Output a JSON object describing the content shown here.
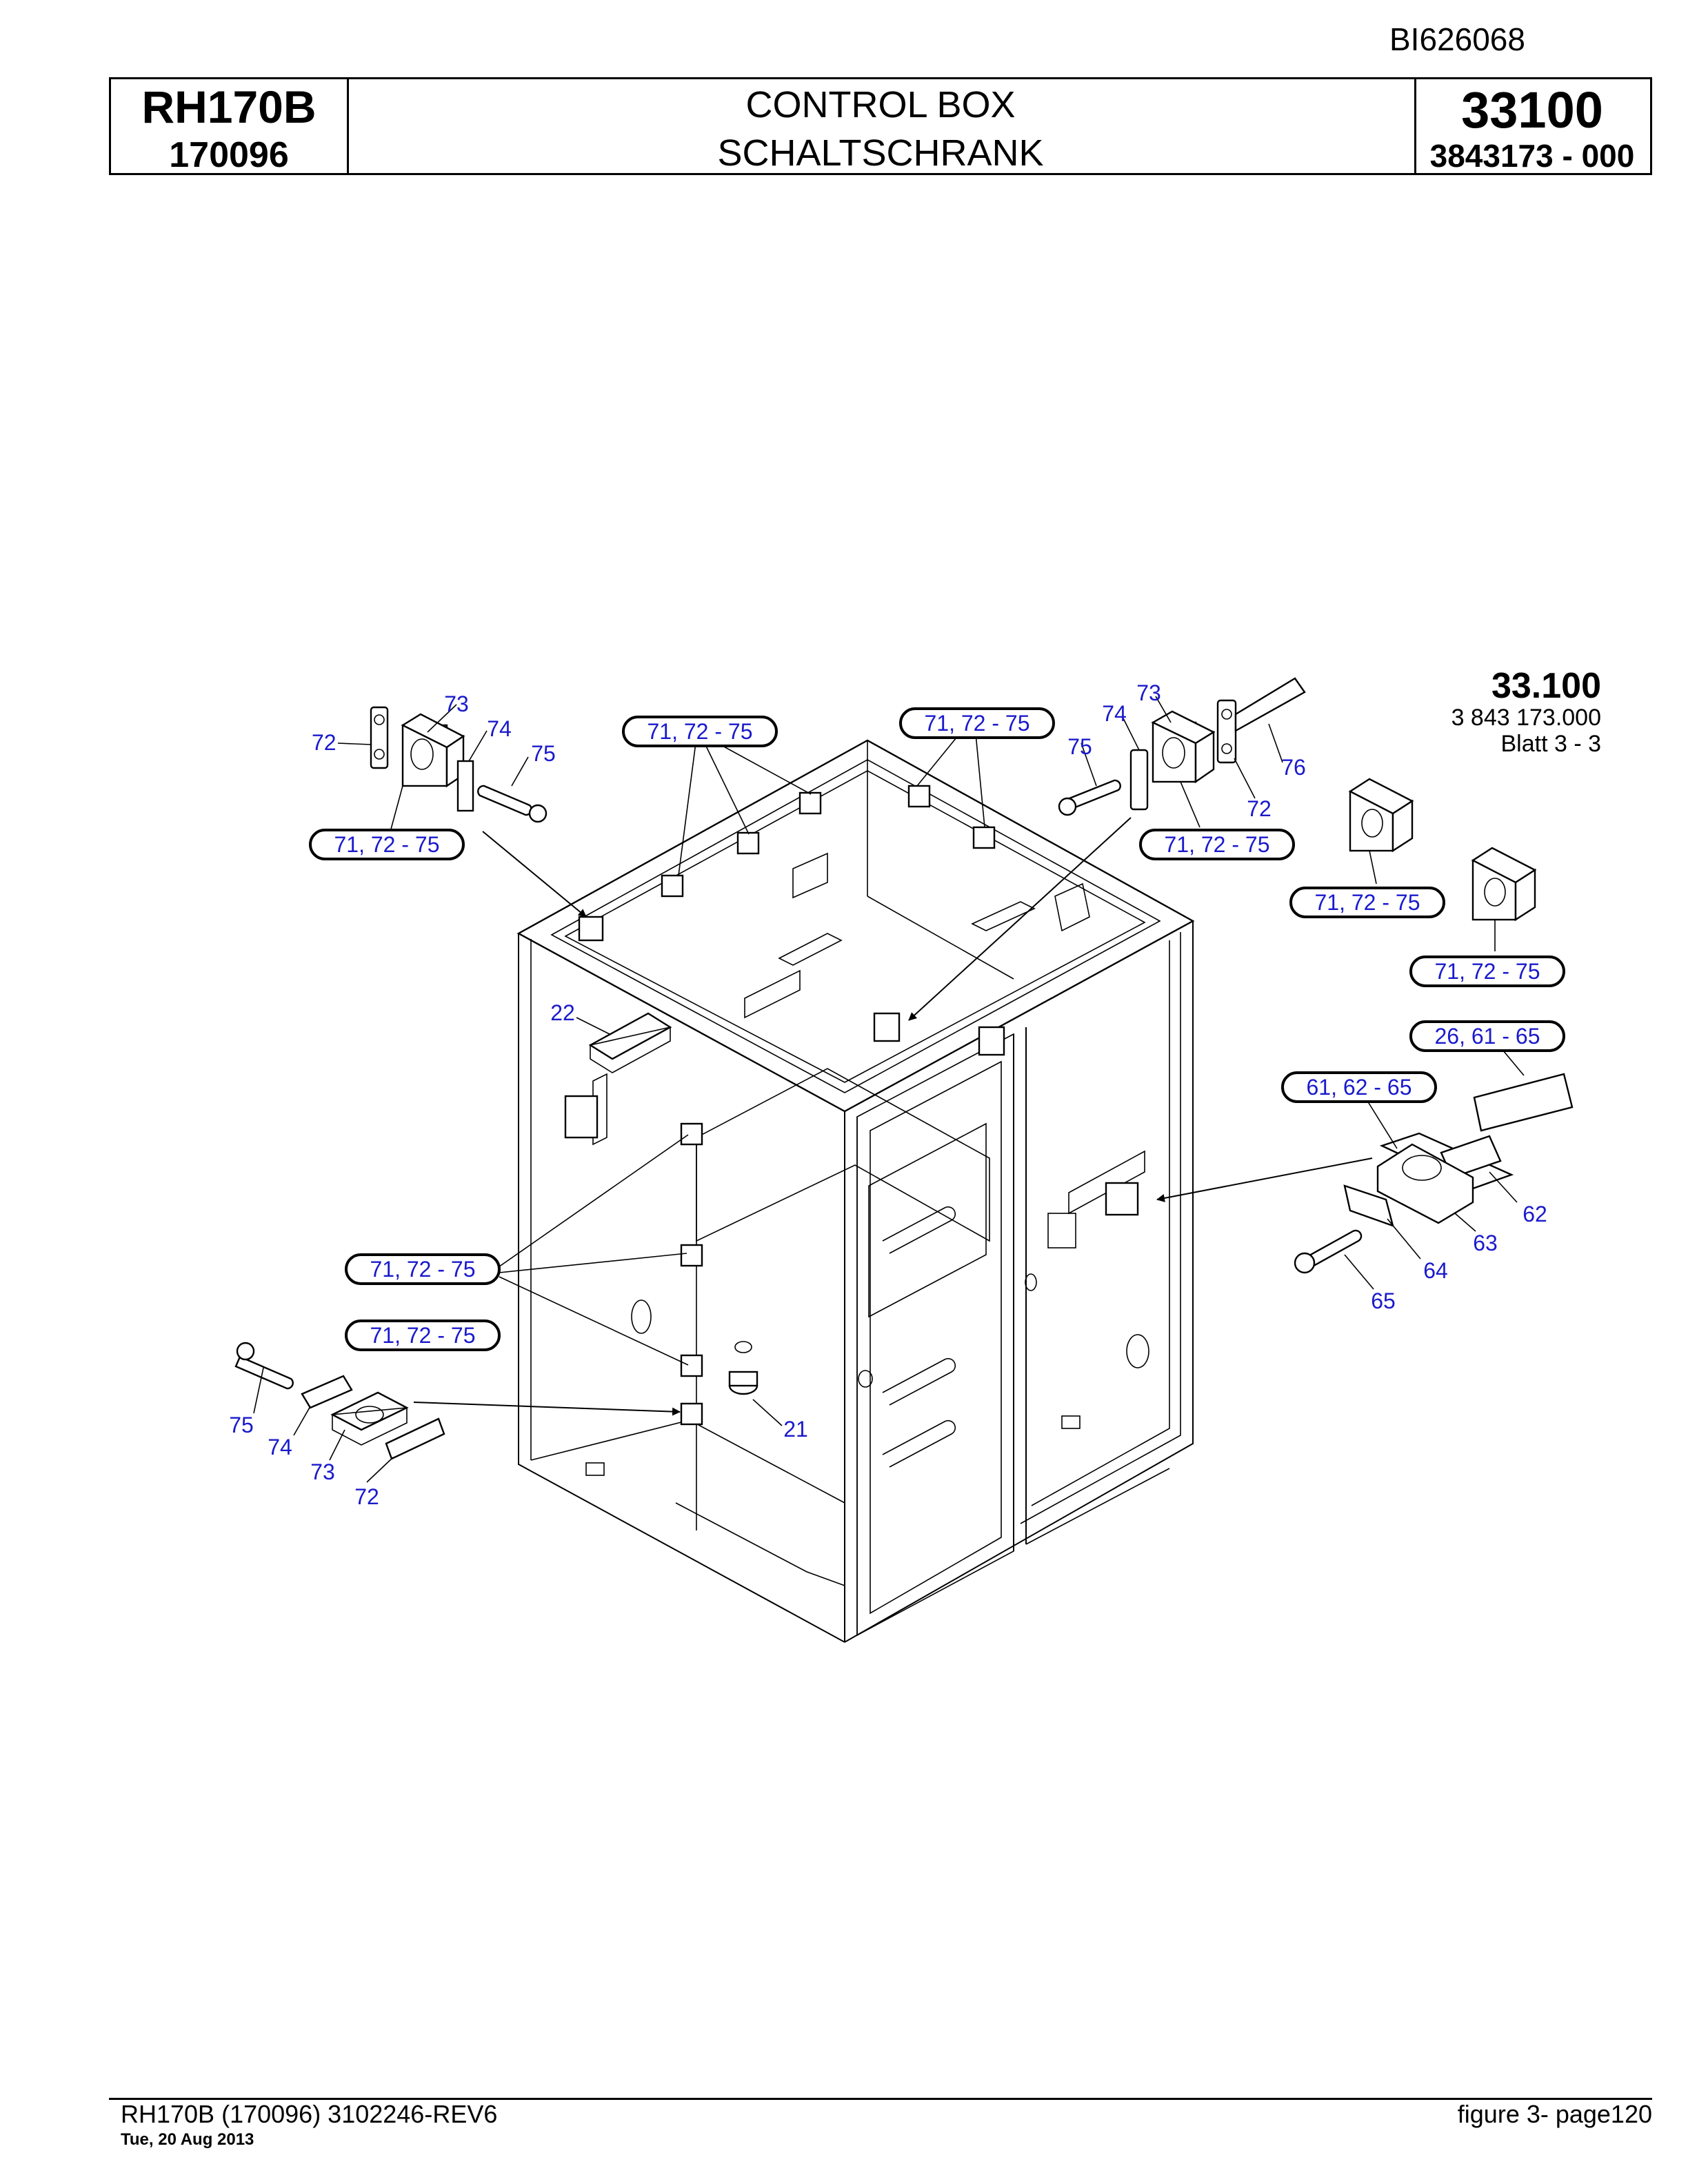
{
  "header": {
    "doc_id": "BI626068",
    "model": "RH170B",
    "serial": "170096",
    "title_en": "CONTROL BOX",
    "title_de": "SCHALTSCHRANK",
    "group_no": "33100",
    "part_no": "3843173 - 000"
  },
  "diagram": {
    "ref_title": "33.100",
    "ref_number": "3 843 173.000",
    "ref_sheet": "Blatt 3 - 3",
    "labels": {
      "l21": "21",
      "l22": "22",
      "l62": "62",
      "l63": "63",
      "l64": "64",
      "l65": "65",
      "l72": "72",
      "l73": "73",
      "l74": "74",
      "l75": "75",
      "l76": "76"
    },
    "callouts": {
      "c71_75": "71, 72 - 75",
      "c26_61_65": "26, 61 - 65",
      "c61_62_65": "61, 62 - 65"
    }
  },
  "footer": {
    "left": "RH170B (170096) 3102246-REV6",
    "date": "Tue, 20 Aug 2013",
    "right": "figure 3- page120"
  }
}
